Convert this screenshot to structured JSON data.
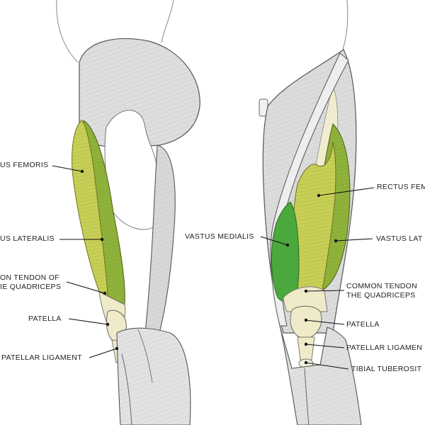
{
  "left_leg": {
    "labels": {
      "rectus_femoris": "US FEMORIS",
      "vastus_lateralis": "US LATERALIS",
      "common_tendon_line1": "ON TENDON OF",
      "common_tendon_line2": "IE QUADRICEPS",
      "patella": "PATELLA",
      "patellar_ligament": "PATELLAR LIGAMENT"
    }
  },
  "right_leg": {
    "labels": {
      "vastus_medialis": "VASTUS MEDIALIS",
      "rectus_femoris": "RECTUS FEM",
      "vastus_lateralis": "VASTUS LAT",
      "common_tendon_line1": "COMMON TENDON",
      "common_tendon_line2": "THE QUADRICEPS",
      "patella": "PATELLA",
      "patellar_ligament": "PATELLAR LIGAMEN",
      "tibial_tuberosity": "TIBIAL TUBEROSIT"
    }
  },
  "colors": {
    "rectus_femoris": "#c8cf56",
    "vastus_lateralis": "#8fb23a",
    "vastus_medialis": "#4aa83c",
    "tendon": "#efeac8",
    "muscle_gray": "#dcdcdc",
    "outline": "#555555"
  }
}
